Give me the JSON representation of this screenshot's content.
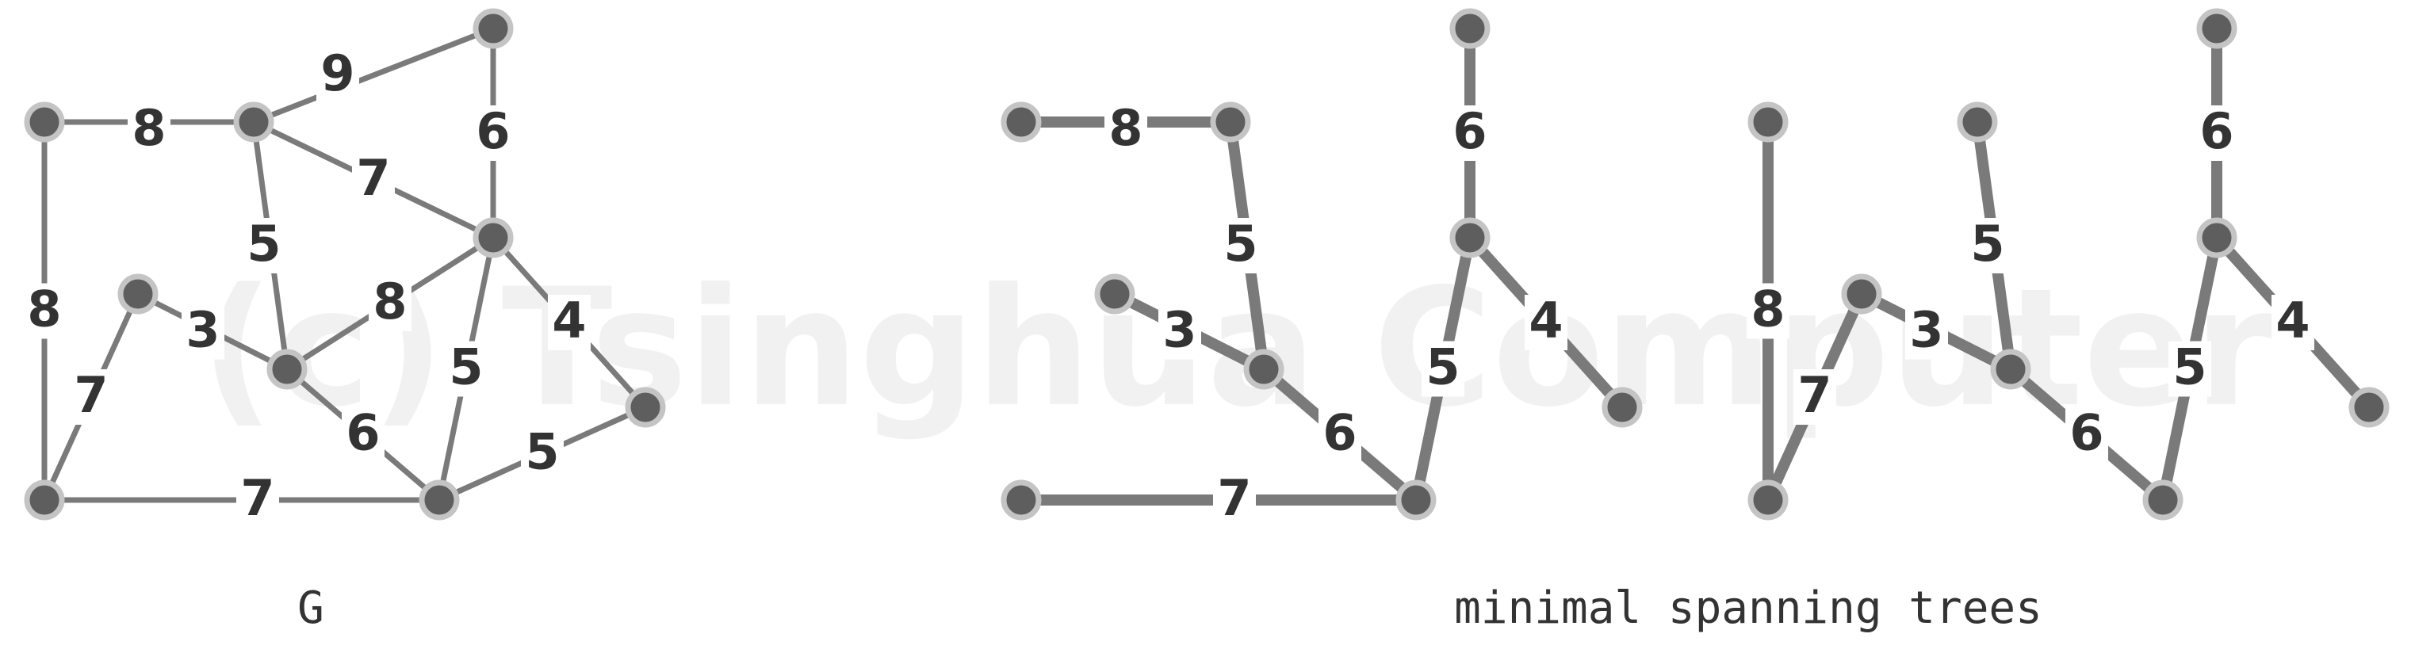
{
  "watermark": "(c) Tsinghua Computer",
  "colors": {
    "edge": "#7a7a7a",
    "node_fill": "#5e5e5e",
    "node_ring": "#c4c4c4",
    "label": "#333333"
  },
  "graph": {
    "caption": "G",
    "nodes": [
      {
        "id": "A"
      },
      {
        "id": "B"
      },
      {
        "id": "C"
      },
      {
        "id": "D"
      },
      {
        "id": "E"
      },
      {
        "id": "F"
      },
      {
        "id": "G"
      },
      {
        "id": "H"
      },
      {
        "id": "I"
      }
    ],
    "edges": [
      {
        "u": "A",
        "v": "B",
        "w": "8"
      },
      {
        "u": "B",
        "v": "C",
        "w": "9"
      },
      {
        "u": "C",
        "v": "D",
        "w": "6"
      },
      {
        "u": "B",
        "v": "D",
        "w": "7"
      },
      {
        "u": "B",
        "v": "E",
        "w": "5"
      },
      {
        "u": "E",
        "v": "D",
        "w": "8"
      },
      {
        "u": "F",
        "v": "E",
        "w": "3"
      },
      {
        "u": "E",
        "v": "H",
        "w": "6"
      },
      {
        "u": "D",
        "v": "H",
        "w": "5"
      },
      {
        "u": "D",
        "v": "I",
        "w": "4"
      },
      {
        "u": "H",
        "v": "I",
        "w": "5"
      },
      {
        "u": "A",
        "v": "G",
        "w": "8"
      },
      {
        "u": "F",
        "v": "G",
        "w": "7"
      },
      {
        "u": "G",
        "v": "H",
        "w": "7"
      }
    ]
  },
  "trees": {
    "caption": "minimal spanning trees",
    "items": [
      {
        "edges": [
          {
            "u": "A",
            "v": "B",
            "w": "8"
          },
          {
            "u": "B",
            "v": "E",
            "w": "5"
          },
          {
            "u": "F",
            "v": "E",
            "w": "3"
          },
          {
            "u": "E",
            "v": "H",
            "w": "6"
          },
          {
            "u": "G",
            "v": "H",
            "w": "7"
          },
          {
            "u": "H",
            "v": "D",
            "w": "5"
          },
          {
            "u": "C",
            "v": "D",
            "w": "6"
          },
          {
            "u": "D",
            "v": "I",
            "w": "4"
          }
        ]
      },
      {
        "edges": [
          {
            "u": "A",
            "v": "G",
            "w": "8"
          },
          {
            "u": "G",
            "v": "F",
            "w": "7"
          },
          {
            "u": "F",
            "v": "E",
            "w": "3"
          },
          {
            "u": "B",
            "v": "E",
            "w": "5"
          },
          {
            "u": "E",
            "v": "H",
            "w": "6"
          },
          {
            "u": "H",
            "v": "D",
            "w": "5"
          },
          {
            "u": "C",
            "v": "D",
            "w": "6"
          },
          {
            "u": "D",
            "v": "I",
            "w": "4"
          }
        ]
      }
    ]
  }
}
